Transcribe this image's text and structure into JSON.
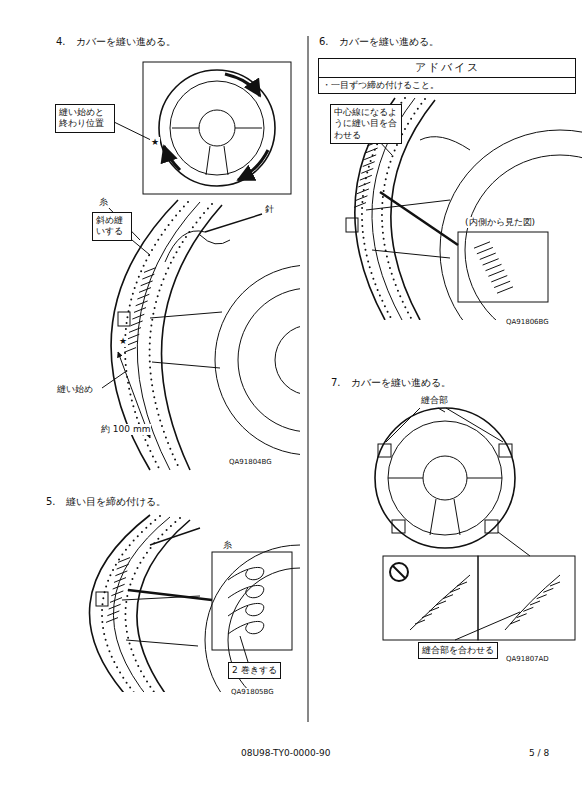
{
  "diagram": {
    "nodes": [
      {
        "text": [
          "縫い始めと終わり位置"
        ]
      },
      {
        "text": [
          "斜め縫いする"
        ]
      },
      {
        "text": [
          "2 巻きする"
        ]
      },
      {
        "text": [
          "アドバイス",
          "・一目ずつ締め付けること。"
        ]
      },
      {
        "text": [
          "中心線になるように縫い目を合わせる"
        ]
      },
      {
        "text": [
          "縫合部を合わせる"
        ]
      }
    ],
    "labels": [
      "4.　カバーを縫い進める。",
      "★",
      "糸",
      "針",
      "★",
      "縫い始め",
      "約 100 mm",
      "QA91804BG",
      "5.　縫い目を締め付ける。",
      "糸",
      "QA91805BG",
      "6.　カバーを縫い進める。",
      "(内側から見た図)",
      "QA91806BG",
      "7.　カバーを縫い進める。",
      "縫合部",
      "QA91807AD",
      "08U98-TY0-0000-90",
      "5 / 8"
    ]
  }
}
